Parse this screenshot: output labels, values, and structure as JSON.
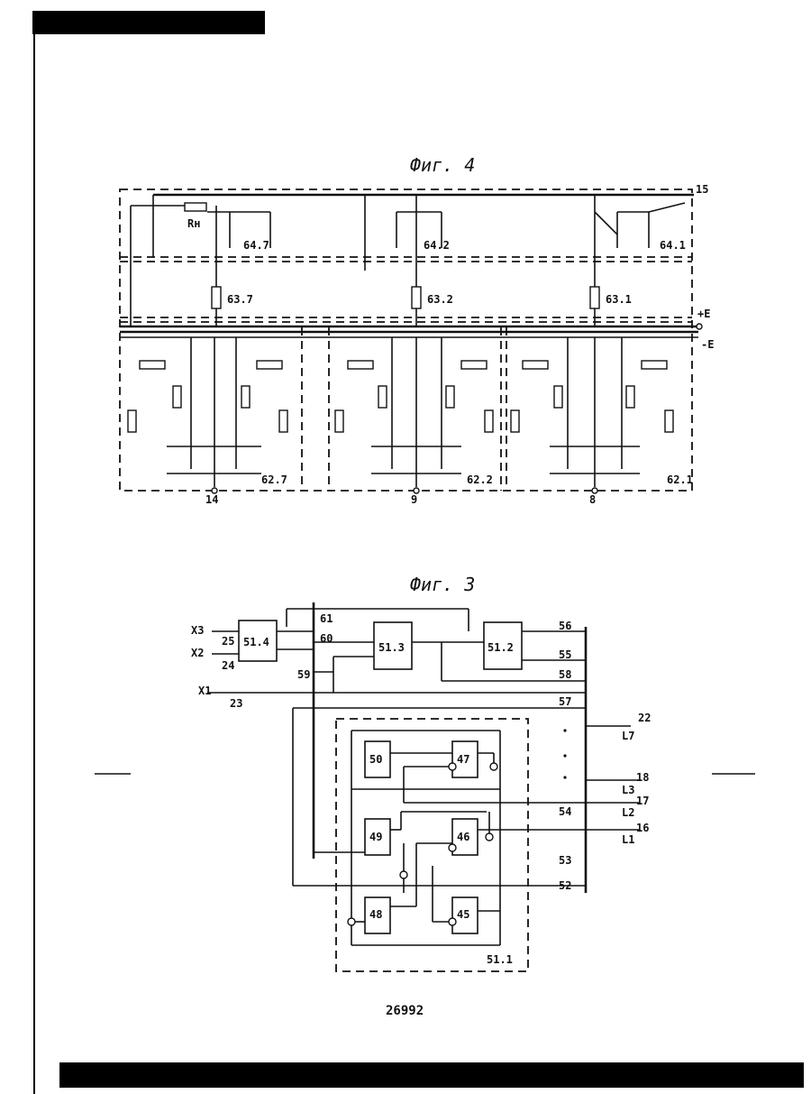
{
  "figures": {
    "fig4_caption": "Фиг. 4",
    "fig3_caption": "Фиг. 3"
  },
  "page_number": "26992",
  "fig4": {
    "top_terminal": "15",
    "plus_terminal": "+E",
    "minus_terminal": "-E",
    "cells": [
      {
        "driver": "64.1",
        "resistor": "63.1",
        "amp": "62.1",
        "out": "8"
      },
      {
        "driver": "64.2",
        "resistor": "63.2",
        "amp": "62.2",
        "out": "9"
      },
      {
        "driver": "64.7",
        "resistor": "63.7",
        "amp": "62.7",
        "out": "14"
      }
    ],
    "load_resistor": "Rн"
  },
  "fig3": {
    "block_51_1": "51.1",
    "block_51_2": "51.2",
    "block_51_3": "51.3",
    "block_51_4": "51.4",
    "gates": [
      "45",
      "46",
      "47",
      "48",
      "49",
      "50"
    ],
    "bus_lines": [
      "52",
      "53",
      "54",
      "55",
      "56",
      "57",
      "58",
      "59",
      "60",
      "61"
    ],
    "inputs": [
      {
        "signal": "X1",
        "pin": "23"
      },
      {
        "signal": "X2",
        "pin": "24"
      },
      {
        "signal": "X3",
        "pin": "25"
      }
    ],
    "outputs": [
      {
        "signal": "L1",
        "pin": "16"
      },
      {
        "signal": "L2",
        "pin": "17"
      },
      {
        "signal": "L3",
        "pin": "18"
      },
      {
        "signal": "L7",
        "pin": "22"
      }
    ]
  }
}
